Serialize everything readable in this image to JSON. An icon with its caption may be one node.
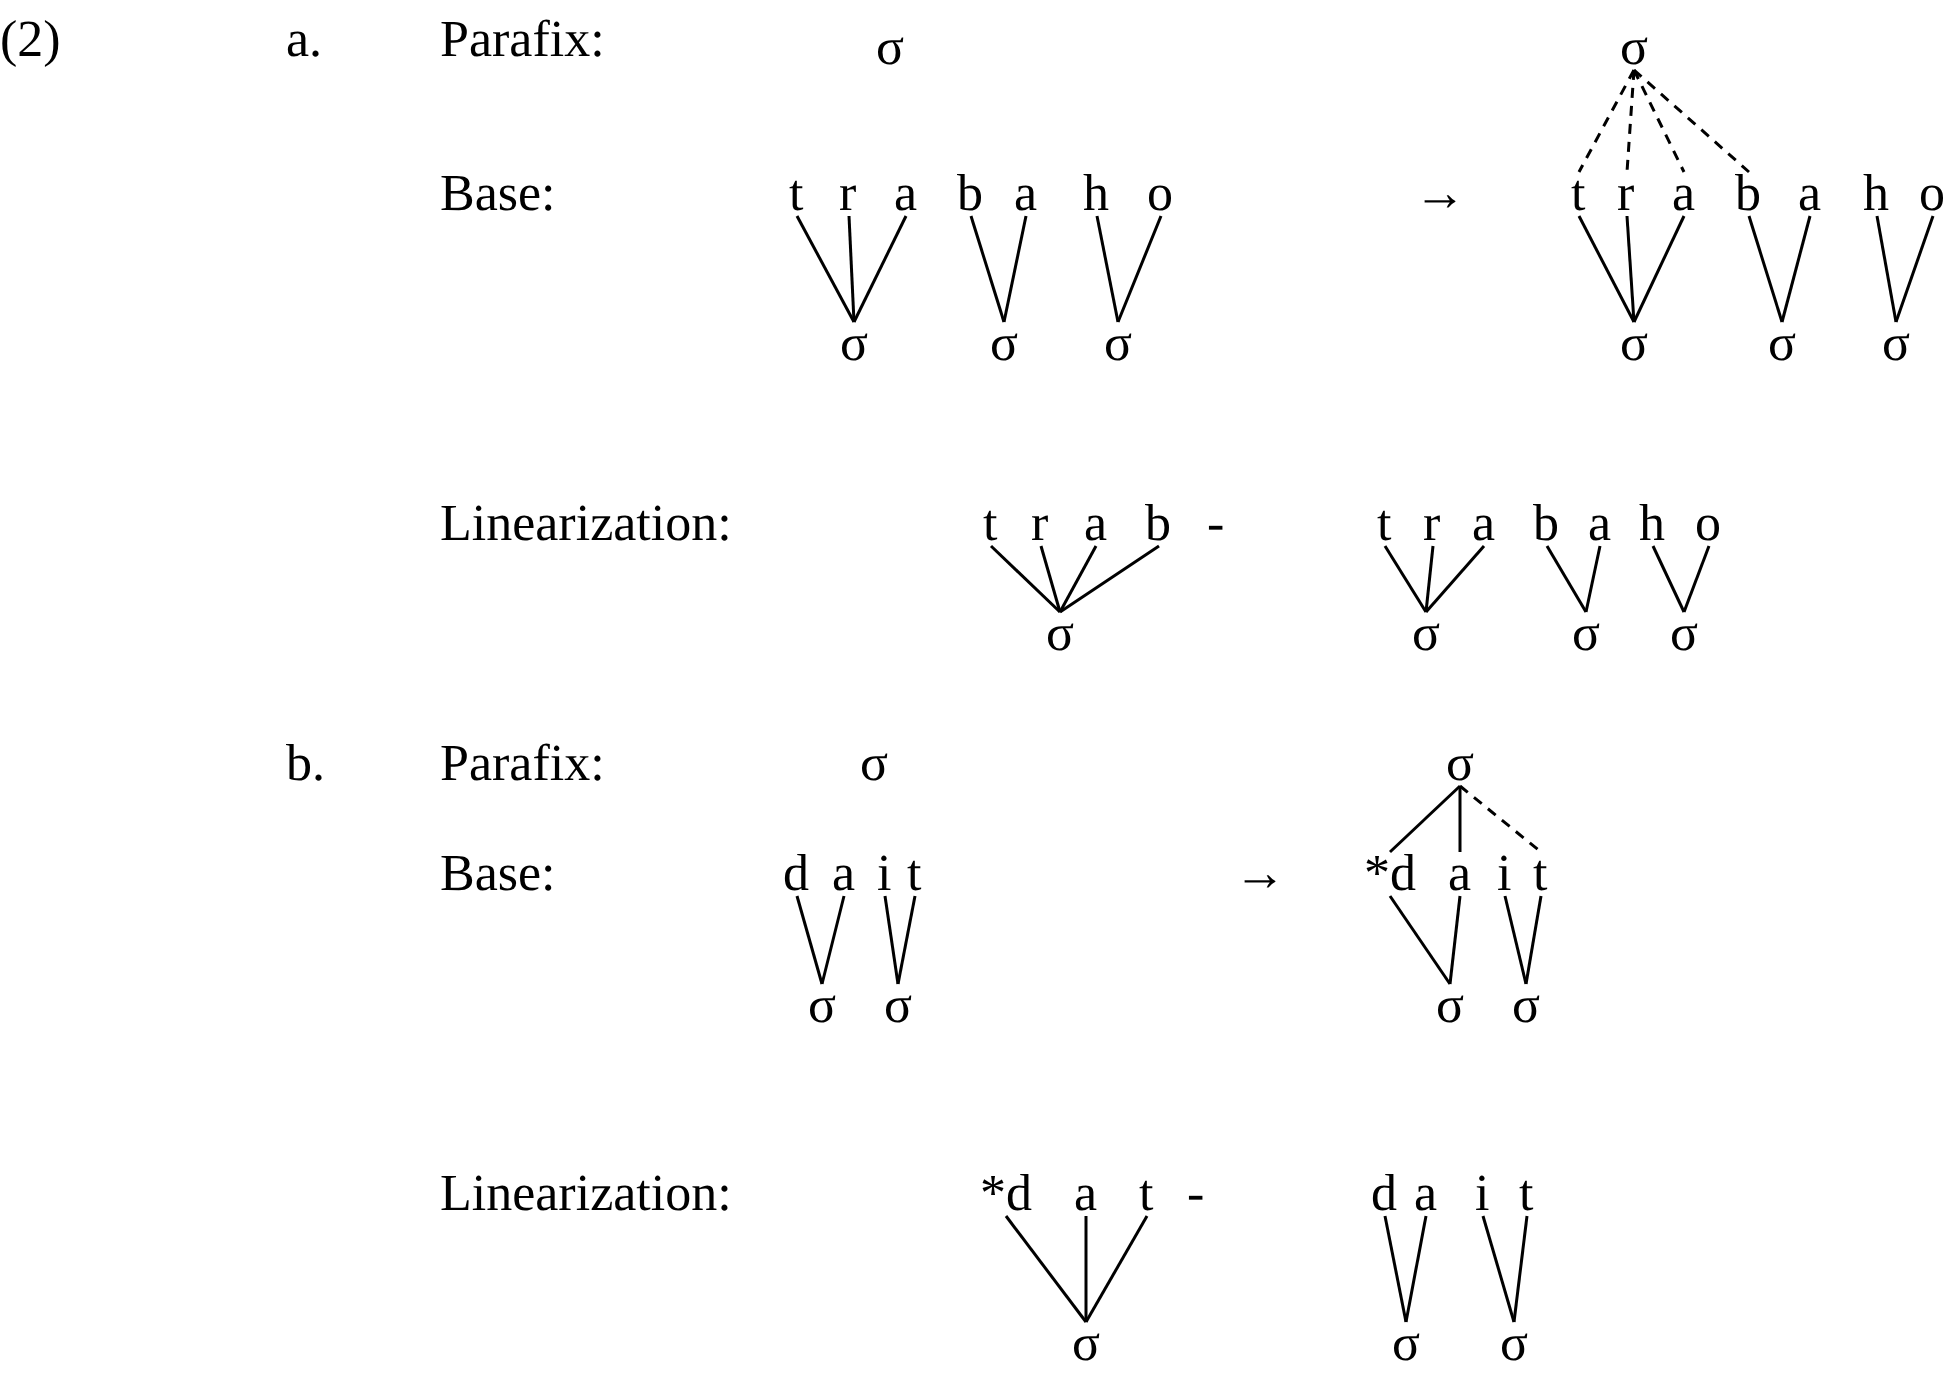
{
  "diagram": {
    "nodes": [
      {
        "text": [
          "t"
        ]
      },
      {
        "text": [
          "r"
        ]
      },
      {
        "text": [
          "a"
        ]
      },
      {
        "text": [
          "b"
        ]
      },
      {
        "text": [
          "a"
        ]
      },
      {
        "text": [
          "h"
        ]
      },
      {
        "text": [
          "o"
        ]
      },
      {
        "text": [
          "σ"
        ]
      },
      {
        "text": [
          "σ"
        ]
      },
      {
        "text": [
          "σ"
        ]
      },
      {
        "text": [
          "σ"
        ]
      },
      {
        "text": [
          "t"
        ]
      },
      {
        "text": [
          "r"
        ]
      },
      {
        "text": [
          "a"
        ]
      },
      {
        "text": [
          "b"
        ]
      },
      {
        "text": [
          "a"
        ]
      },
      {
        "text": [
          "h"
        ]
      },
      {
        "text": [
          "o"
        ]
      },
      {
        "text": [
          "σ"
        ]
      },
      {
        "text": [
          "σ"
        ]
      },
      {
        "text": [
          "σ"
        ]
      },
      {
        "text": [
          "t"
        ]
      },
      {
        "text": [
          "r"
        ]
      },
      {
        "text": [
          "a"
        ]
      },
      {
        "text": [
          "b"
        ]
      },
      {
        "text": [
          "σ"
        ]
      },
      {
        "text": [
          "t"
        ]
      },
      {
        "text": [
          "r"
        ]
      },
      {
        "text": [
          "a"
        ]
      },
      {
        "text": [
          "b"
        ]
      },
      {
        "text": [
          "a"
        ]
      },
      {
        "text": [
          "h"
        ]
      },
      {
        "text": [
          "o"
        ]
      },
      {
        "text": [
          "σ"
        ]
      },
      {
        "text": [
          "σ"
        ]
      },
      {
        "text": [
          "σ"
        ]
      },
      {
        "text": [
          "d"
        ]
      },
      {
        "text": [
          "a"
        ]
      },
      {
        "text": [
          "i"
        ]
      },
      {
        "text": [
          "t"
        ]
      },
      {
        "text": [
          "σ"
        ]
      },
      {
        "text": [
          "σ"
        ]
      },
      {
        "text": [
          "σ"
        ]
      },
      {
        "text": [
          "*d"
        ]
      },
      {
        "text": [
          "a"
        ]
      },
      {
        "text": [
          "i"
        ]
      },
      {
        "text": [
          "t"
        ]
      },
      {
        "text": [
          "σ"
        ]
      },
      {
        "text": [
          "σ"
        ]
      },
      {
        "text": [
          "*d"
        ]
      },
      {
        "text": [
          "a"
        ]
      },
      {
        "text": [
          "t"
        ]
      },
      {
        "text": [
          "σ"
        ]
      },
      {
        "text": [
          "d"
        ]
      },
      {
        "text": [
          "a"
        ]
      },
      {
        "text": [
          "i"
        ]
      },
      {
        "text": [
          "t"
        ]
      },
      {
        "text": [
          "σ"
        ]
      },
      {
        "text": [
          "σ"
        ]
      }
    ],
    "edges": [
      {
        "from": 0,
        "to": 7,
        "arrow": "none"
      },
      {
        "from": 1,
        "to": 7,
        "arrow": "none"
      },
      {
        "from": 2,
        "to": 7,
        "arrow": "none"
      },
      {
        "from": 3,
        "to": 8,
        "arrow": "none"
      },
      {
        "from": 4,
        "to": 8,
        "arrow": "none"
      },
      {
        "from": 5,
        "to": 9,
        "arrow": "none"
      },
      {
        "from": 6,
        "to": 9,
        "arrow": "none"
      },
      {
        "from": 10,
        "to": 11,
        "arrow": "none",
        "style": "dashed"
      },
      {
        "from": 10,
        "to": 12,
        "arrow": "none",
        "style": "dashed"
      },
      {
        "from": 10,
        "to": 13,
        "arrow": "none",
        "style": "dashed"
      },
      {
        "from": 10,
        "to": 14,
        "arrow": "none",
        "style": "dashed"
      },
      {
        "from": 11,
        "to": 18,
        "arrow": "none"
      },
      {
        "from": 12,
        "to": 18,
        "arrow": "none"
      },
      {
        "from": 13,
        "to": 18,
        "arrow": "none"
      },
      {
        "from": 14,
        "to": 19,
        "arrow": "none"
      },
      {
        "from": 15,
        "to": 19,
        "arrow": "none"
      },
      {
        "from": 16,
        "to": 20,
        "arrow": "none"
      },
      {
        "from": 17,
        "to": 20,
        "arrow": "none"
      },
      {
        "from": 21,
        "to": 25,
        "arrow": "none"
      },
      {
        "from": 22,
        "to": 25,
        "arrow": "none"
      },
      {
        "from": 23,
        "to": 25,
        "arrow": "none"
      },
      {
        "from": 24,
        "to": 25,
        "arrow": "none"
      },
      {
        "from": 26,
        "to": 33,
        "arrow": "none"
      },
      {
        "from": 27,
        "to": 33,
        "arrow": "none"
      },
      {
        "from": 28,
        "to": 33,
        "arrow": "none"
      },
      {
        "from": 29,
        "to": 34,
        "arrow": "none"
      },
      {
        "from": 30,
        "to": 34,
        "arrow": "none"
      },
      {
        "from": 31,
        "to": 35,
        "arrow": "none"
      },
      {
        "from": 32,
        "to": 35,
        "arrow": "none"
      },
      {
        "from": 36,
        "to": 40,
        "arrow": "none"
      },
      {
        "from": 37,
        "to": 40,
        "arrow": "none"
      },
      {
        "from": 38,
        "to": 41,
        "arrow": "none"
      },
      {
        "from": 39,
        "to": 41,
        "arrow": "none"
      },
      {
        "from": 42,
        "to": 43,
        "arrow": "none"
      },
      {
        "from": 42,
        "to": 44,
        "arrow": "none"
      },
      {
        "from": 42,
        "to": 46,
        "arrow": "none",
        "style": "dashed"
      },
      {
        "from": 43,
        "to": 47,
        "arrow": "none"
      },
      {
        "from": 44,
        "to": 47,
        "arrow": "none"
      },
      {
        "from": 45,
        "to": 48,
        "arrow": "none"
      },
      {
        "from": 46,
        "to": 48,
        "arrow": "none"
      },
      {
        "from": 49,
        "to": 52,
        "arrow": "none"
      },
      {
        "from": 50,
        "to": 52,
        "arrow": "none"
      },
      {
        "from": 51,
        "to": 52,
        "arrow": "none"
      },
      {
        "from": 53,
        "to": 57,
        "arrow": "none"
      },
      {
        "from": 54,
        "to": 57,
        "arrow": "none"
      },
      {
        "from": 55,
        "to": 58,
        "arrow": "none"
      },
      {
        "from": 56,
        "to": 58,
        "arrow": "none"
      }
    ],
    "labels": [
      "(2)",
      "a.",
      "Parafix:",
      "σ",
      "Base:",
      "→",
      "Linearization:",
      "-",
      "b.",
      "Parafix:",
      "σ",
      "Base:",
      "→",
      "Linearization:",
      "-"
    ]
  }
}
